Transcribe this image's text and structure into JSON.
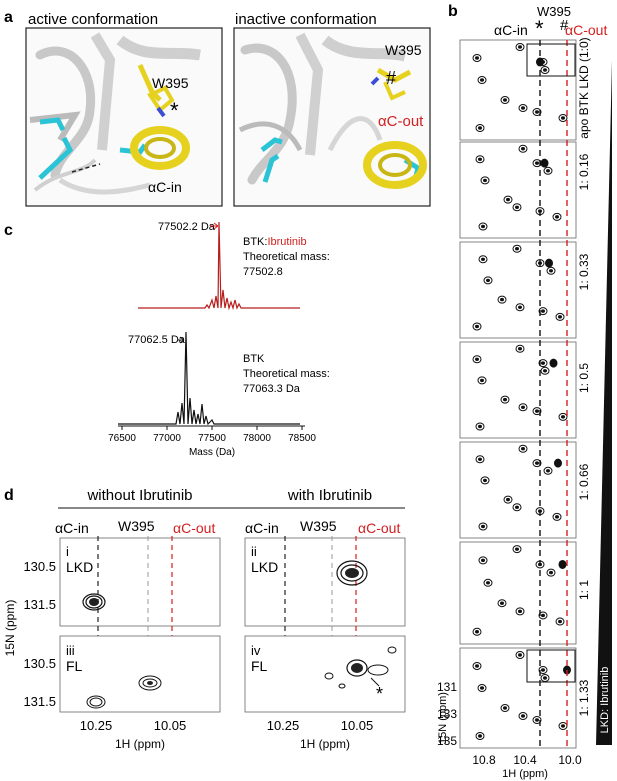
{
  "panels": {
    "a": {
      "letter": "a",
      "active_title": "active conformation",
      "inactive_title": "inactive conformation",
      "active_w395": "W395",
      "active_asterisk": "*",
      "active_aC": "αC-in",
      "inactive_w395": "W395",
      "inactive_hash": "#",
      "inactive_aC": "αC-out",
      "colors": {
        "helix": "#e6d21e",
        "residue": "#2bc4d6",
        "backbone": "#bdbdbd",
        "red": "#d21f1f"
      }
    },
    "b": {
      "letter": "b",
      "w395": "W395",
      "asterisk": "*",
      "hash": "#",
      "aC_in": "αC-in",
      "aC_out": "αC-out",
      "ratios": [
        "apo BTK LKD (1:0)",
        "1: 0.16",
        "1: 0.33",
        "1: 0.5",
        "1: 0.66",
        "1: 1",
        "1: 1.33"
      ],
      "triangle_label": "LKD: Ibrutinib",
      "y_axis_label": "15N (ppm)",
      "y_ticks": [
        "131",
        "133",
        "135"
      ],
      "x_ticks": [
        "10.8",
        "10.4",
        "10.0"
      ],
      "x_axis_label": "1H (ppm)"
    },
    "c": {
      "letter": "c",
      "peak1_label": "77502.2 Da",
      "complex_label_prefix": "BTK:",
      "complex_label_drug": "Ibrutinib",
      "complex_mass_label": "Theoretical mass:",
      "complex_mass_value": "77502.8",
      "peak2_label": "77062.5 Da",
      "btk_label": "BTK",
      "btk_mass_label": "Theoretical mass:",
      "btk_mass_value": "77063.3 Da",
      "x_ticks": [
        "76500",
        "77000",
        "77500",
        "78000",
        "78500"
      ],
      "x_label": "Mass (Da)"
    },
    "d": {
      "letter": "d",
      "without": "without Ibrutinib",
      "with": "with Ibrutinib",
      "aC_in": "αC-in",
      "w395": "W395",
      "aC_out": "αC-out",
      "sub_i": "i",
      "sub_ii": "ii",
      "sub_iii": "iii",
      "sub_iv": "iv",
      "lkd": "LKD",
      "fl": "FL",
      "asterisk": "*",
      "y_label": "15N (ppm)",
      "y_ticks": [
        "130.5",
        "131.5"
      ],
      "x_ticks": [
        "10.25",
        "10.05"
      ],
      "x_label": "1H (ppm)"
    }
  }
}
